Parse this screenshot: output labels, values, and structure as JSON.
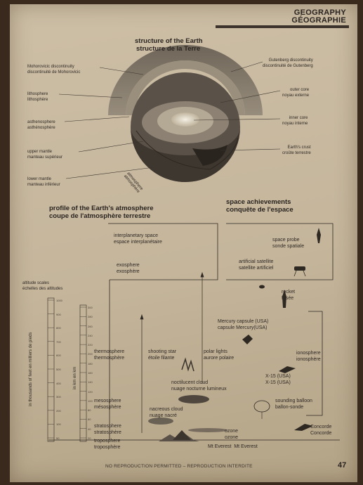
{
  "header": {
    "title_en": "GEOGRAPHY",
    "title_fr": "GÉOGRAPHIE"
  },
  "earth": {
    "title_en": "structure of the Earth",
    "title_fr": "structure de la Terre",
    "labels_left": [
      {
        "en": "Mohorovicic discontinuity",
        "fr": "discontinuité de Mohorovicic"
      },
      {
        "en": "lithosphere",
        "fr": "lithosphère"
      },
      {
        "en": "asthenosphere",
        "fr": "asthénosphère"
      },
      {
        "en": "upper mantle",
        "fr": "manteau supérieur"
      },
      {
        "en": "lower mantle",
        "fr": "manteau inférieur"
      }
    ],
    "labels_right": [
      {
        "en": "Gutenberg discontinuity",
        "fr": "discontinuité de Gutenberg"
      },
      {
        "en": "outer core",
        "fr": "noyau externe"
      },
      {
        "en": "inner core",
        "fr": "noyau interne"
      },
      {
        "en": "Earth's crust",
        "fr": "croûte terrestre"
      }
    ],
    "atmosphere_en": "atmosphere",
    "atmosphere_fr": "atmosphère"
  },
  "atmosphere_profile": {
    "title_en": "profile of the Earth's atmosphere",
    "title_fr": "coupe de l'atmosphère terrestre",
    "interplanetary_en": "interplanetary space",
    "interplanetary_fr": "espace interplanétaire",
    "exosphere_en": "exosphere",
    "exosphere_fr": "exosphère",
    "altitude_en": "altitude scales",
    "altitude_fr": "échelles des altitudes",
    "feet_label": "in thousands of feet en milliers de pieds",
    "km_label_en": "in km",
    "km_label_fr": "en km",
    "thermosphere_en": "thermosphere",
    "thermosphere_fr": "thermosphère",
    "mesosphere_en": "mesosphere",
    "mesosphere_fr": "mésosphère",
    "stratosphere_en": "stratosphere",
    "stratosphere_fr": "stratosphère",
    "troposphere_en": "troposphere",
    "troposphere_fr": "troposphère",
    "shooting_en": "shooting star",
    "shooting_fr": "étoile filante",
    "polar_en": "polar lights",
    "polar_fr": "aurore polaire",
    "noctilucent_en": "noctilucent cloud",
    "noctilucent_fr": "nuage nocturne lumineux",
    "nacreous_en": "nacreous cloud",
    "nacreous_fr": "nuage nacré",
    "ozone_en": "ozone",
    "ozone_fr": "ozone",
    "everest_en": "Mt Everest",
    "everest_fr": "Mt Everest",
    "ionosphere_en": "ionosphere",
    "ionosphere_fr": "ionosphère",
    "feet_ticks": [
      "1000",
      "900",
      "800",
      "700",
      "600",
      "500",
      "400",
      "300",
      "200",
      "100",
      "50"
    ],
    "km_ticks": [
      "300",
      "280",
      "260",
      "240",
      "220",
      "200",
      "180",
      "160",
      "140",
      "120",
      "100",
      "80",
      "60",
      "40",
      "20"
    ]
  },
  "space": {
    "title_en": "space achievements",
    "title_fr": "conquête de l'espace",
    "probe_en": "space probe",
    "probe_fr": "sonde spatiale",
    "satellite_en": "artificial satellite",
    "satellite_fr": "satellite artificiel",
    "rocket_en": "rocket",
    "rocket_fr": "fusée",
    "mercury_en": "Mercury capsule (USA)",
    "mercury_fr": "capsule Mercury(USA)",
    "x15_en": "X-15 (USA)",
    "x15_fr": "X-15 (USA)",
    "balloon_en": "sounding balloon",
    "balloon_fr": "ballon-sonde",
    "concorde_en": "Concorde",
    "concorde_fr": "Concorde"
  },
  "footer": {
    "notice": "NO REPRODUCTION PERMITTED – REPRODUCTION INTERDITE",
    "page_number": "47"
  }
}
